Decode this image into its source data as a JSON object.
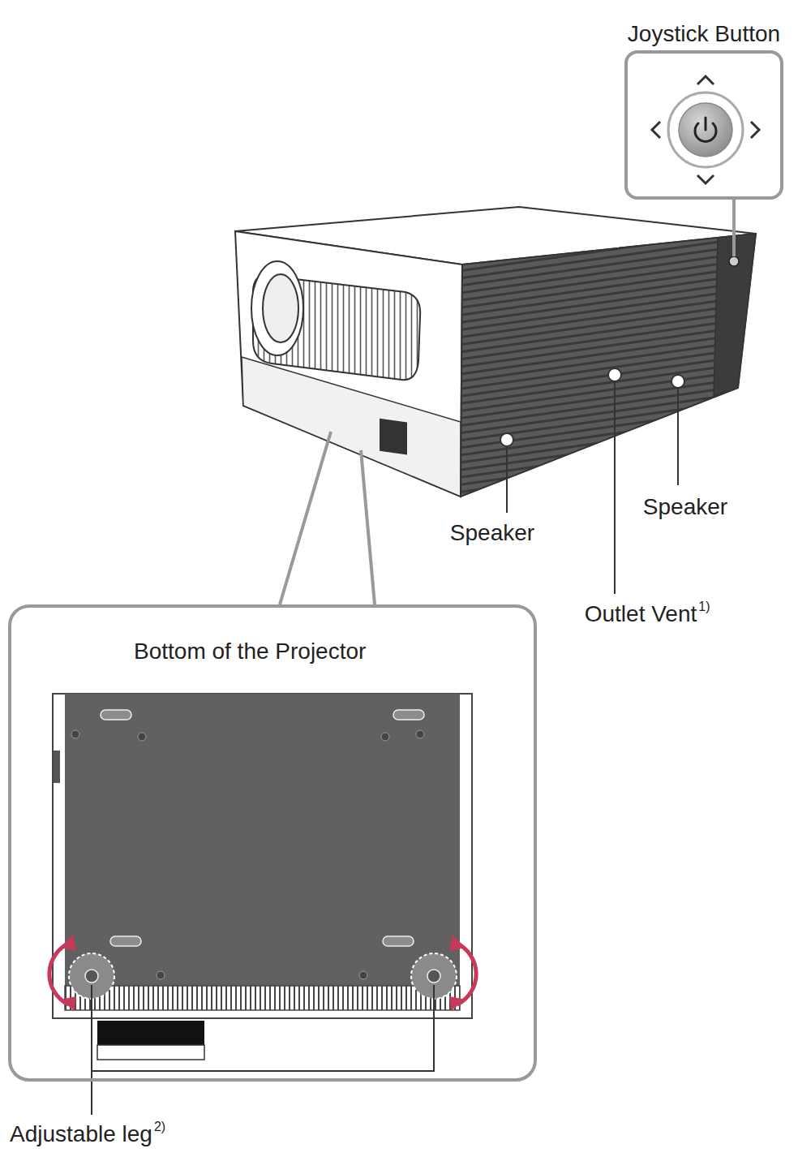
{
  "diagram": {
    "nodes": [
      {
        "text": [
          "Joystick Button"
        ]
      },
      {
        "text": [
          "Bottom of the Projector"
        ]
      }
    ],
    "labels": [
      "Speaker",
      "Speaker",
      "Outlet Vent",
      "1)",
      "Adjustable leg",
      "2)"
    ]
  }
}
